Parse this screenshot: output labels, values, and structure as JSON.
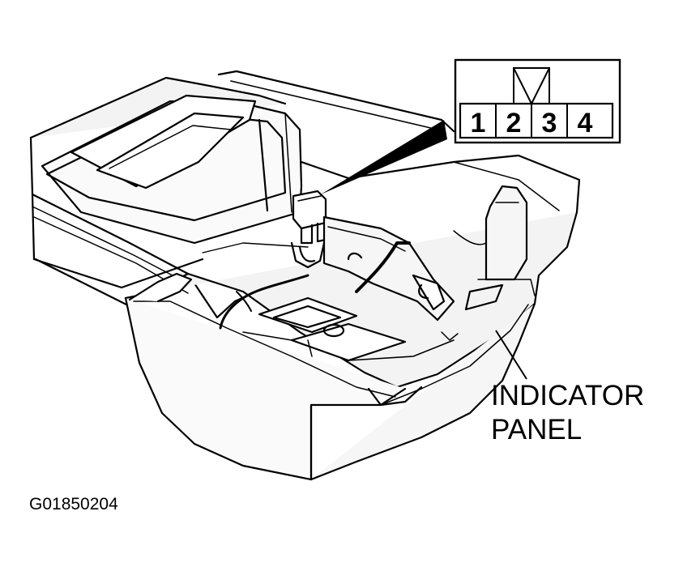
{
  "connector": {
    "pins": [
      "1",
      "2",
      "3",
      "4"
    ]
  },
  "callout": {
    "line1": "INDICATOR",
    "line2": "PANEL"
  },
  "figure_code": "G01850204",
  "colors": {
    "ink": "#000000",
    "paper": "#ffffff",
    "panel_fill": "#f3f3f3"
  }
}
